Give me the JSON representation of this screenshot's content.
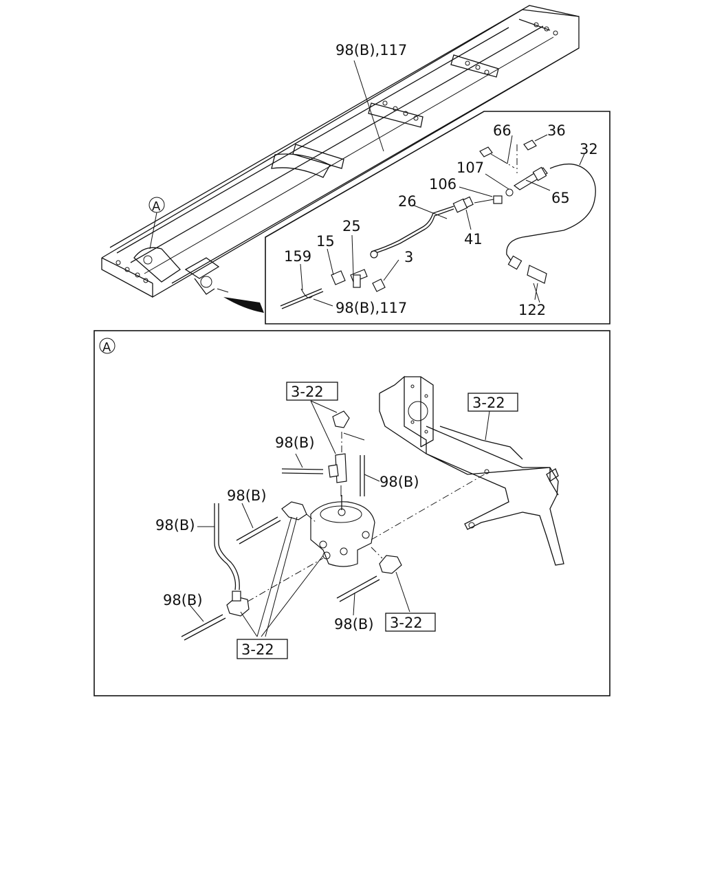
{
  "callouts": {
    "c98b117_top": "98(B),117",
    "c98b117_inset": "98(B),117",
    "c66": "66",
    "c36": "36",
    "c32": "32",
    "c107": "107",
    "c106": "106",
    "c65": "65",
    "c26": "26",
    "c25": "25",
    "c15": "15",
    "c41": "41",
    "c3": "3",
    "c159": "159",
    "c122": "122",
    "c98b_1": "98(B)",
    "c98b_2": "98(B)",
    "c98b_3": "98(B)",
    "c98b_4": "98(B)",
    "c98b_5": "98(B)",
    "c98b_6": "98(B)"
  },
  "refs": {
    "r1": "3-22",
    "r2": "3-22",
    "r3": "3-22",
    "r4": "3-22"
  },
  "markers": {
    "detail_a_small": "A",
    "detail_a_panel": "A"
  },
  "colors": {
    "ink": "#111111",
    "paper": "#ffffff"
  }
}
